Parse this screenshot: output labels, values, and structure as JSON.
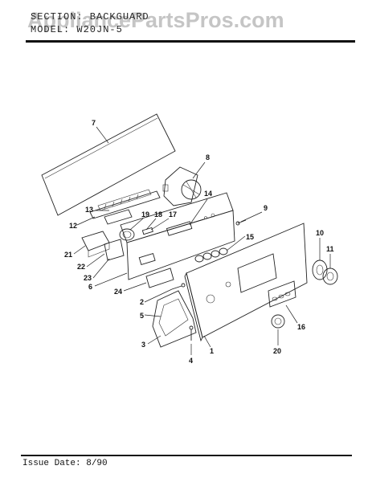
{
  "header": {
    "section_text": "SECTION: BACKGUARD",
    "model_text": "MODEL: W20JN-5",
    "watermark": "AppliancePartsPros.com"
  },
  "footer": {
    "issue_text": "Issue Date: 8/90"
  },
  "part_labels": [
    {
      "id": "1",
      "text": "1"
    },
    {
      "id": "2",
      "text": "2"
    },
    {
      "id": "3",
      "text": "3"
    },
    {
      "id": "4",
      "text": "4"
    },
    {
      "id": "5",
      "text": "5"
    },
    {
      "id": "6",
      "text": "6"
    },
    {
      "id": "7",
      "text": "7"
    },
    {
      "id": "8",
      "text": "8"
    },
    {
      "id": "9",
      "text": "9"
    },
    {
      "id": "10",
      "text": "10"
    },
    {
      "id": "11",
      "text": "11"
    },
    {
      "id": "12",
      "text": "12"
    },
    {
      "id": "13",
      "text": "13"
    },
    {
      "id": "14",
      "text": "14"
    },
    {
      "id": "15",
      "text": "15"
    },
    {
      "id": "16",
      "text": "16"
    },
    {
      "id": "17",
      "text": "17"
    },
    {
      "id": "18",
      "text": "18"
    },
    {
      "id": "19",
      "text": "19"
    },
    {
      "id": "20",
      "text": "20"
    },
    {
      "id": "21",
      "text": "21"
    },
    {
      "id": "22",
      "text": "22"
    },
    {
      "id": "23",
      "text": "23"
    },
    {
      "id": "24",
      "text": "24"
    }
  ]
}
